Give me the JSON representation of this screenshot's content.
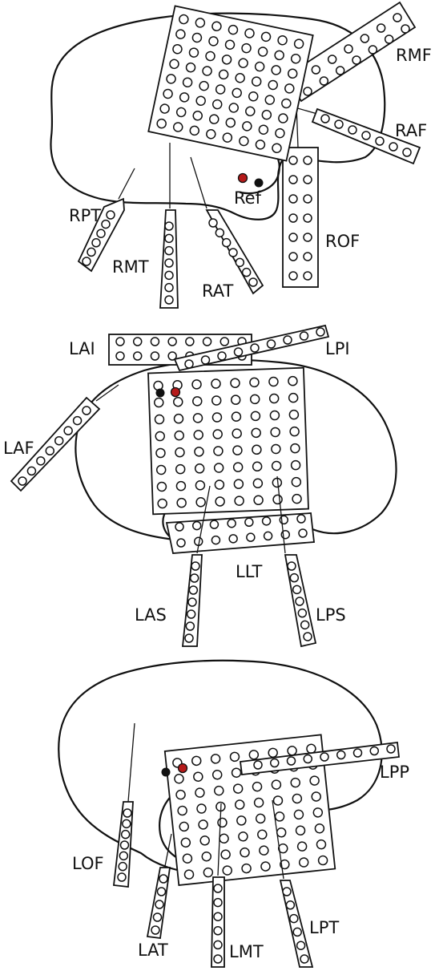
{
  "colors": {
    "line": "#111111",
    "ref_red": "#b51a1a",
    "ref_black": "#111111"
  },
  "panels": [
    {
      "id": "right-hemisphere",
      "labels": {
        "RMF": "RMF",
        "RAF": "RAF",
        "ROF": "ROF",
        "Ref": "Ref",
        "RPT": "RPT",
        "RMT": "RMT",
        "RAT": "RAT"
      }
    },
    {
      "id": "left-hemisphere-middle",
      "labels": {
        "LAI": "LAI",
        "LPI": "LPI",
        "LAF": "LAF",
        "LLT": "LLT",
        "LAS": "LAS",
        "LPS": "LPS"
      }
    },
    {
      "id": "left-hemisphere-bottom",
      "labels": {
        "LPP": "LPP",
        "LOF": "LOF",
        "LAT": "LAT",
        "LMT": "LMT",
        "LPT": "LPT"
      }
    }
  ]
}
